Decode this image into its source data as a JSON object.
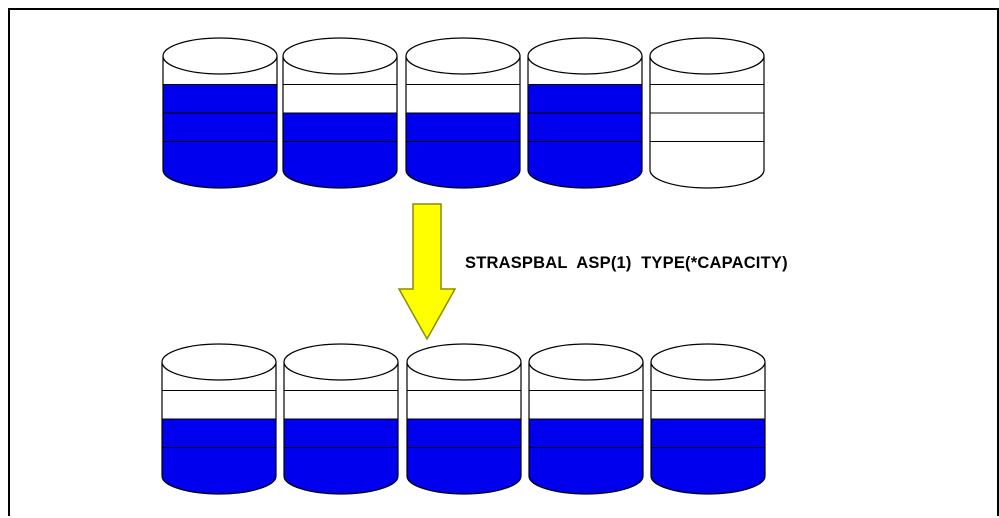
{
  "command_text": "STRASPBAL  ASP(1)  TYPE(*CAPACITY)",
  "colors": {
    "fill": "#0000EE",
    "empty": "#FFFFFF",
    "outline": "#000000",
    "arrow_fill": "#FFFF00",
    "arrow_stroke": "#8C8C00"
  },
  "before_disks": [
    {
      "filled_segments": 3
    },
    {
      "filled_segments": 2
    },
    {
      "filled_segments": 2
    },
    {
      "filled_segments": 3
    },
    {
      "filled_segments": 0
    }
  ],
  "after_disks": [
    {
      "filled_segments": 2
    },
    {
      "filled_segments": 2
    },
    {
      "filled_segments": 2
    },
    {
      "filled_segments": 2
    },
    {
      "filled_segments": 2
    }
  ],
  "segments_per_disk": 4,
  "arrow_icon": "down-arrow-icon"
}
